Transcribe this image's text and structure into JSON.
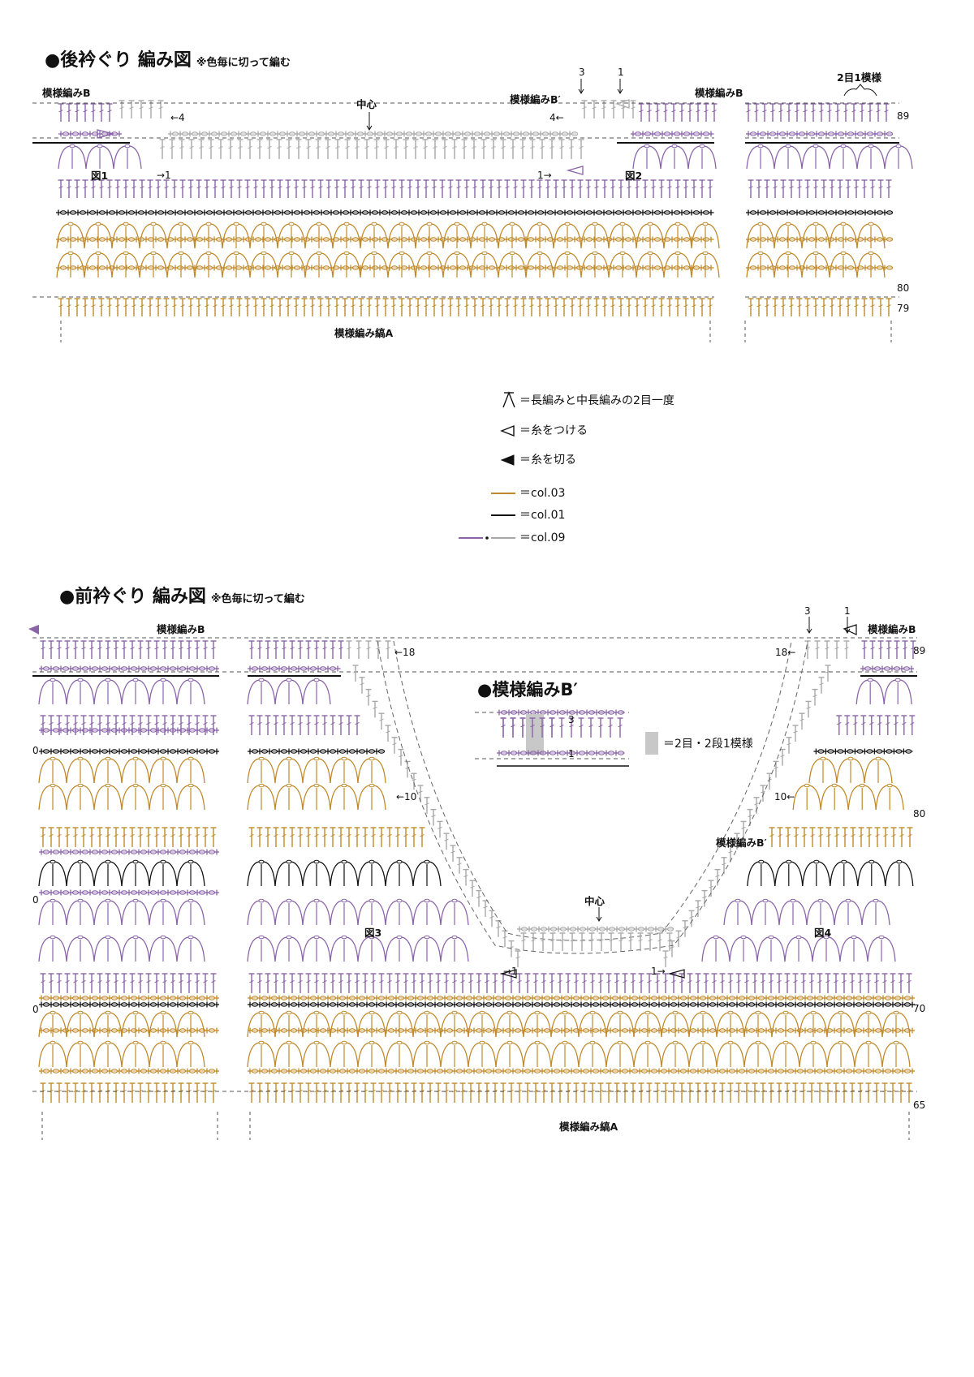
{
  "back": {
    "title": "●後衿ぐり 編み図",
    "note": "※色毎に切って編む",
    "label_pattern_b_left": "模様編みB",
    "label_pattern_b_prime": "模様編みB′",
    "label_pattern_b_right": "模様編みB",
    "label_center": "中心",
    "label_repeat": "2目1模様",
    "label_bottom": "模様編み縞A",
    "fig1": "図1",
    "fig2": "図2",
    "mark_4_left": "←4",
    "mark_1_left": "→1",
    "mark_4_right": "4←",
    "mark_1_right": "1→",
    "top_3": "3",
    "top_1": "1",
    "row_89": "89",
    "row_80": "80",
    "row_79": "79"
  },
  "legend": {
    "dec": "＝長編みと中長編みの2目一度",
    "join": "＝糸をつける",
    "cut": "＝糸を切る",
    "col03": "＝col.03",
    "col01": "＝col.01",
    "col09": "＝col.09"
  },
  "front": {
    "title": "●前衿ぐり 編み図",
    "note": "※色毎に切って編む",
    "label_pattern_b_left": "模様編みB",
    "label_pattern_b_right": "模様編みB",
    "label_pattern_b_prime": "模様編みB′",
    "label_center": "中心",
    "label_bottom": "模様編み縞A",
    "fig3": "図3",
    "fig4": "図4",
    "mark_18_left": "←18",
    "mark_10_left": "←10",
    "mark_1_left": "→1",
    "mark_18_right": "18←",
    "mark_10_right": "10←",
    "mark_1_right": "1→",
    "top_3": "3",
    "top_1": "1",
    "row_89": "89",
    "row_80": "80",
    "row_70": "70",
    "row_65": "65",
    "zero": "0"
  },
  "inset": {
    "title": "●模様編みB′",
    "row_3": "3",
    "row_1": "1",
    "legend": "＝2目・2段1模様"
  },
  "colors": {
    "col03": "#c08a2a",
    "col01": "#111111",
    "col09_purple": "#8a64a8",
    "col09_gray": "#a8a8a8"
  }
}
